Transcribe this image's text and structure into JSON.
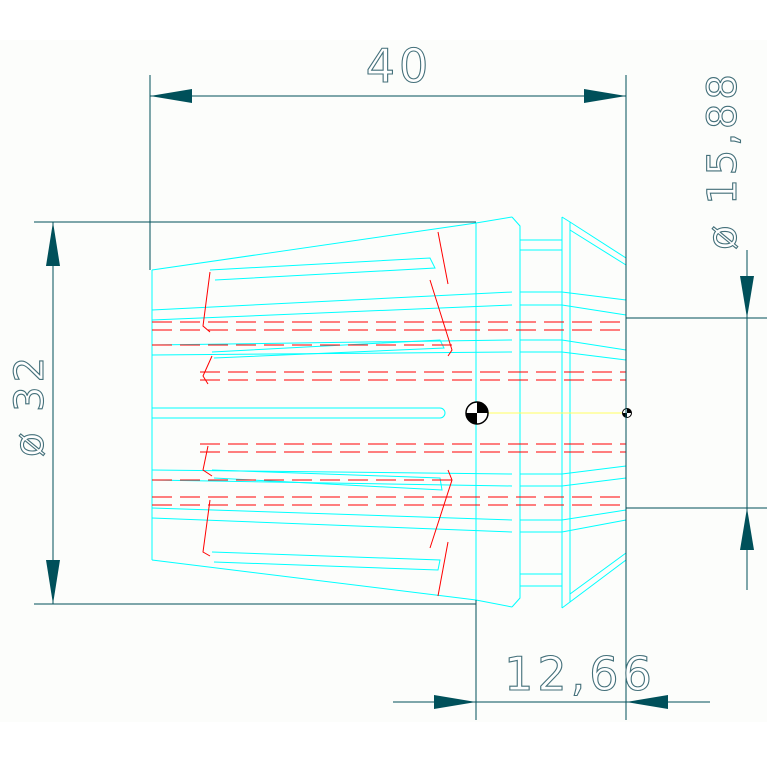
{
  "drawing": {
    "dimensions": {
      "length": "40",
      "outer_diameter": "ø 32",
      "bore_diameter": "ø 15,88",
      "nose_length": "12,66"
    },
    "colors": {
      "background": "#ffffff",
      "sheet": "#fcfdfb",
      "outline": "#00ffff",
      "hidden": "#ff0000",
      "dimension": "#00505a",
      "centerline": "#ffff60"
    }
  }
}
